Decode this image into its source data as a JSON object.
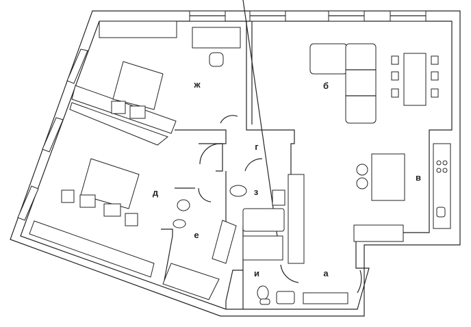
{
  "plan": {
    "rooms": [
      {
        "id": "zh",
        "label": "ж"
      },
      {
        "id": "b",
        "label": "б"
      },
      {
        "id": "g",
        "label": "г"
      },
      {
        "id": "v",
        "label": "в"
      },
      {
        "id": "d",
        "label": "д"
      },
      {
        "id": "z",
        "label": "з"
      },
      {
        "id": "e",
        "label": "е"
      },
      {
        "id": "i",
        "label": "и"
      },
      {
        "id": "a",
        "label": "а"
      }
    ]
  }
}
